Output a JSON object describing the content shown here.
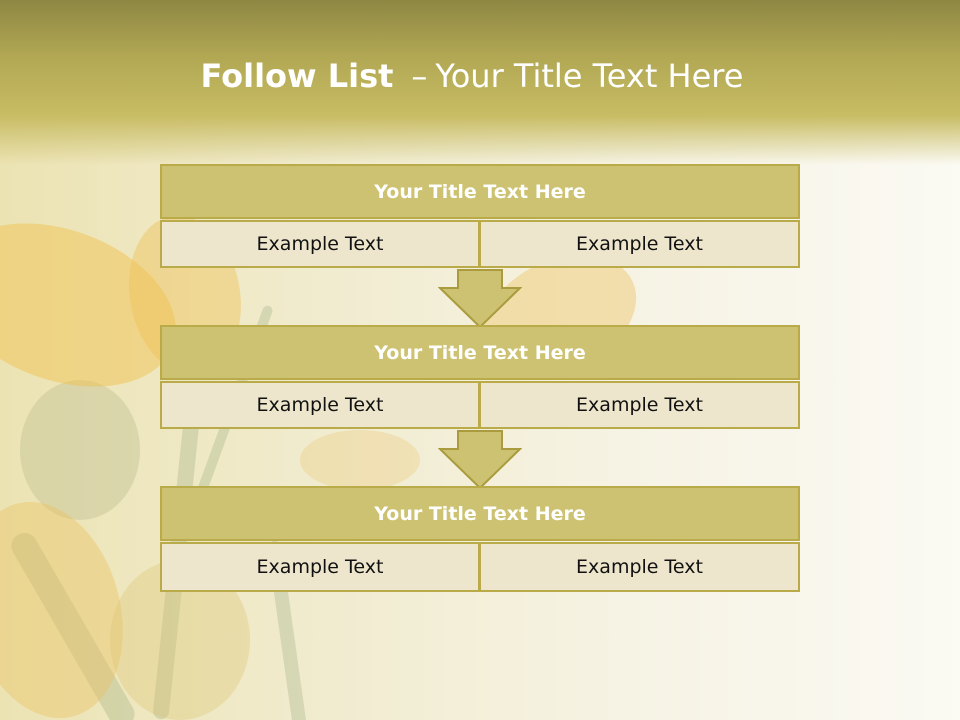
{
  "slide": {
    "title_bold": "Follow List",
    "title_dash": "–",
    "title_rest": "Your Title Text Here"
  },
  "blocks": [
    {
      "title": "Your Title Text Here",
      "left": "Example Text",
      "right": "Example Text"
    },
    {
      "title": "Your Title Text Here",
      "left": "Example Text",
      "right": "Example Text"
    },
    {
      "title": "Your Title Text Here",
      "left": "Example Text",
      "right": "Example Text"
    }
  ],
  "colors": {
    "header": "#b2a854",
    "block_title": "#cdc272",
    "cell": "#ede6cc",
    "border": "#b9ab49",
    "arrow": "#cdc272"
  }
}
